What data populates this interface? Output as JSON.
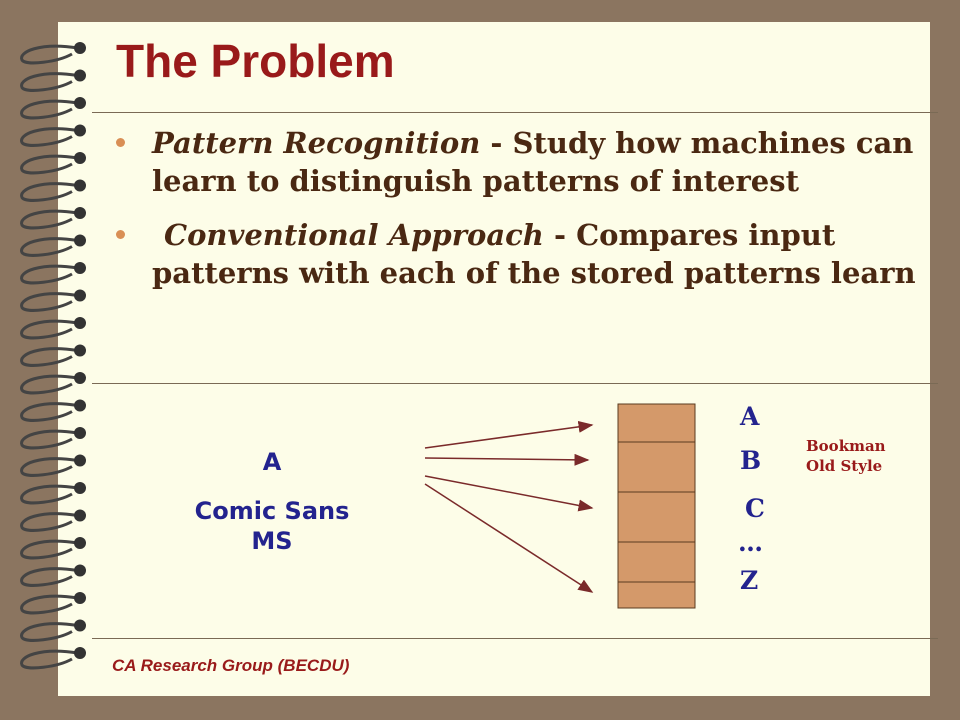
{
  "slide": {
    "title": "The Problem",
    "bullets": [
      {
        "term": "Pattern Recognition",
        "text": " - Study how machines can learn to  distinguish patterns of interest"
      },
      {
        "term": "Conventional Approach",
        "text": " - Compares input patterns with  each of the  stored patterns learn"
      }
    ],
    "footer": "CA Research Group (BECDU)"
  },
  "diagram": {
    "input_letter": "A",
    "input_font_label": "Comic Sans MS",
    "stored_letters": [
      "A",
      "B",
      "C",
      "…",
      "Z"
    ],
    "stored_font_label_line1": "Bookman",
    "stored_font_label_line2": "Old Style",
    "colors": {
      "cell_fill": "#d4996a",
      "cell_border": "#5a3a20",
      "arrow": "#7a2a2a",
      "label": "#23238e"
    }
  }
}
